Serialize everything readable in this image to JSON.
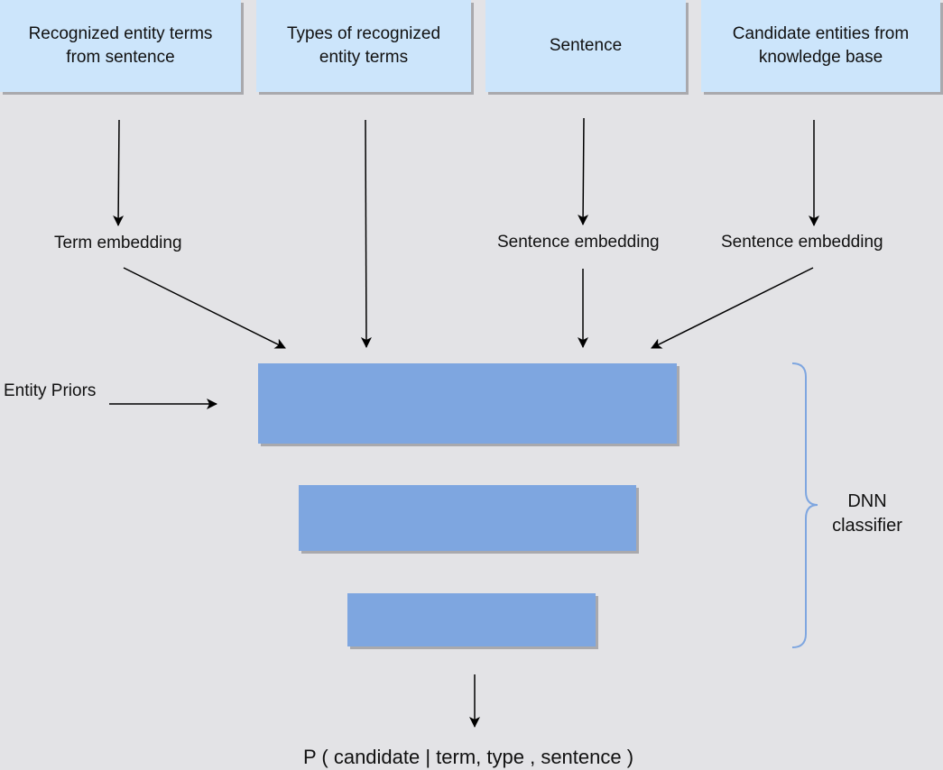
{
  "inputs": {
    "terms": "Recognized entity terms from sentence",
    "types": "Types of recognized entity terms",
    "sentence": "Sentence",
    "candidates": "Candidate entities from knowledge base"
  },
  "embeddings": {
    "term": "Term embedding",
    "sentence": "Sentence embedding",
    "candidate": "Sentence embedding"
  },
  "entity_priors": "Entity Priors",
  "classifier_label": "DNN classifier",
  "output": "P ( candidate | term, type , sentence )",
  "colors": {
    "background": "#e3e3e6",
    "input_box": "#cce5fb",
    "dnn_layer": "#7ea6e0",
    "brace": "#7ea6e0"
  }
}
